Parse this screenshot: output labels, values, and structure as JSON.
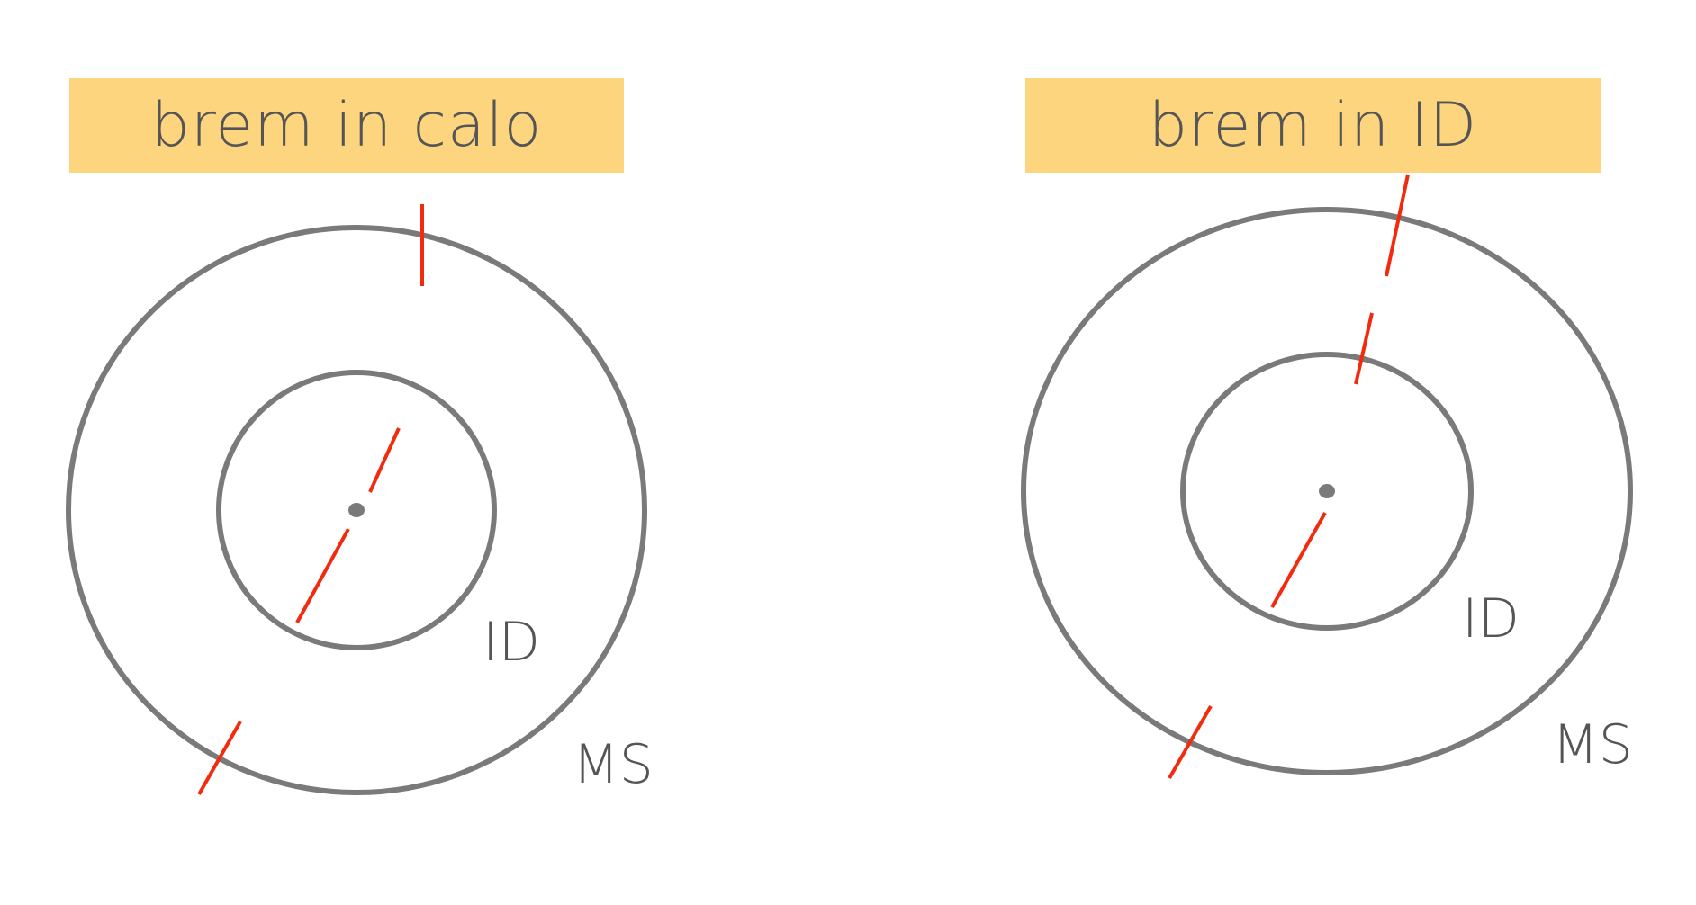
{
  "colors": {
    "title_background": "#fdd57e",
    "title_text": "#555555",
    "ring": "#7a7a7a",
    "track": "#f22b0f",
    "label": "#555555"
  },
  "panels": [
    {
      "title": "brem in calo",
      "inner_label": "ID",
      "outer_label": "MS"
    },
    {
      "title": "brem in ID",
      "inner_label": "ID",
      "outer_label": "MS"
    }
  ]
}
